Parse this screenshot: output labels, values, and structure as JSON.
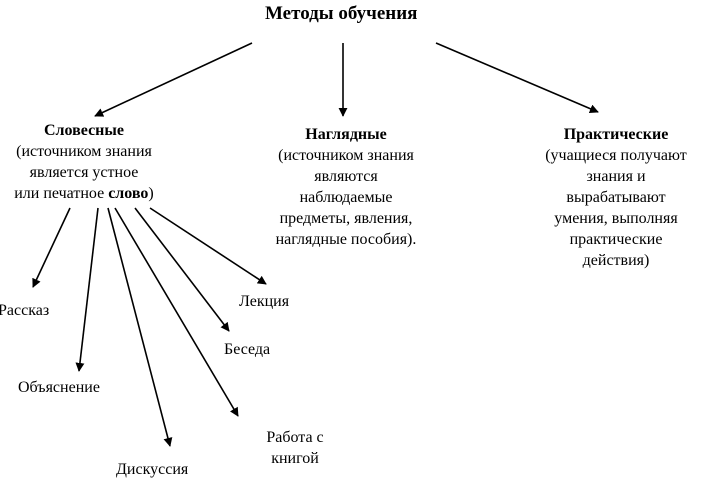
{
  "title": "Методы обучения",
  "verbal": {
    "heading": "Словесные",
    "line1": "(источником знания",
    "line2": "является устное",
    "line3_prefix": "или печатное ",
    "line3_bold": "слово",
    "line3_suffix": ")"
  },
  "visual": {
    "heading": "Наглядные",
    "line1": "(источником знания",
    "line2": "являются",
    "line3": "наблюдаемые",
    "line4": "предметы, явления,",
    "line5": "наглядные пособия)."
  },
  "practical": {
    "heading": "Практические",
    "line1": "(учащиеся получают",
    "line2": "знания и",
    "line3": "вырабатывают",
    "line4": "умения, выполняя",
    "line5": "практические",
    "line6": "действия)"
  },
  "verbal_methods": {
    "story": "Рассказ",
    "explanation": "Объяснение",
    "discussion": "Дискуссия",
    "book_line1": "Работа с",
    "book_line2": "книгой",
    "conversation": "Беседа",
    "lecture": "Лекция"
  }
}
